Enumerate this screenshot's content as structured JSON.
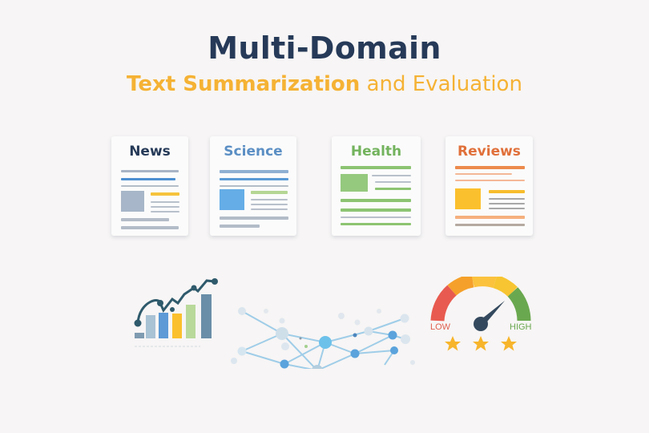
{
  "header": {
    "title": "Multi-Domain",
    "subtitle_strong": "Text Summarization",
    "subtitle_rest": " and Evaluation"
  },
  "colors": {
    "title": "#263a58",
    "subtitle": "#f5b234",
    "news": "#263a58",
    "science": "#5b8fc4",
    "health": "#73b35d",
    "reviews": "#e0703a"
  },
  "cards": [
    {
      "label": "News",
      "icon": "newspaper-icon"
    },
    {
      "label": "Science",
      "icon": "document-icon"
    },
    {
      "label": "Health",
      "icon": "document-icon"
    },
    {
      "label": "Reviews",
      "icon": "document-icon"
    }
  ],
  "illustrations": {
    "chart": {
      "icon": "bar-chart-trend-icon"
    },
    "network": {
      "icon": "network-graph-icon"
    },
    "gauge": {
      "icon": "gauge-icon",
      "low_label": "LOW",
      "high_label": "HIGH",
      "stars": 3
    }
  }
}
